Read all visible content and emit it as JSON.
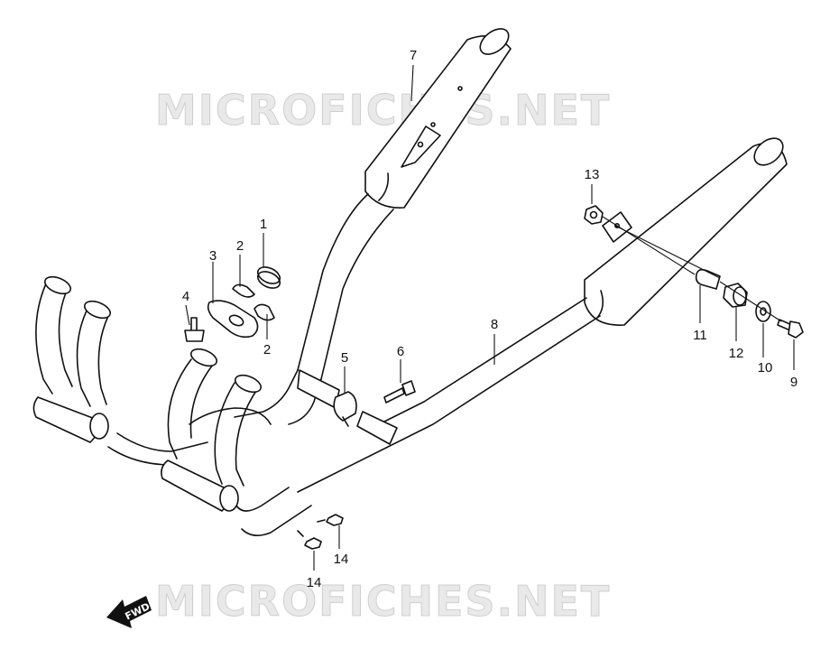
{
  "watermark": {
    "text": "MICROFICHES.NET"
  },
  "direction": {
    "label": "FWD"
  },
  "callouts": {
    "c1": "1",
    "c2a": "2",
    "c2b": "2",
    "c3": "3",
    "c4": "4",
    "c5": "5",
    "c6": "6",
    "c7": "7",
    "c8": "8",
    "c9": "9",
    "c10": "10",
    "c11": "11",
    "c12": "12",
    "c13": "13",
    "c14a": "14",
    "c14b": "14"
  }
}
